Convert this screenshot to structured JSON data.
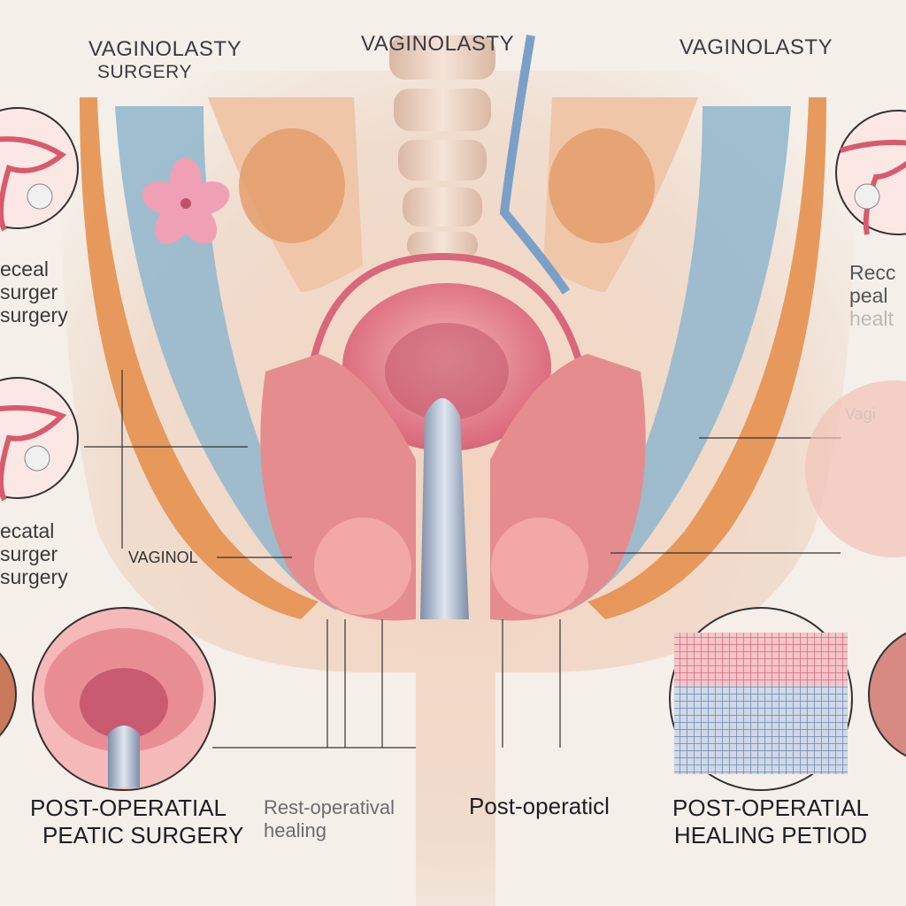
{
  "headers": {
    "left_line1": "VAGINOLASTY",
    "left_line2": "SURGERY",
    "center": "VAGINOLASTY",
    "right": "VAGINOLASTY"
  },
  "left_labels": {
    "upper": [
      "eceal",
      "surger",
      "surgery"
    ],
    "lower": [
      "ecatal",
      "surger",
      "surgery"
    ]
  },
  "right_labels": {
    "upper": [
      "Recc",
      "peal",
      "healt"
    ],
    "ghost": "Vagi"
  },
  "callout": "VAGINOL",
  "captions": {
    "left": [
      "POST-OPERATIAL",
      "PEATIC SURGERY"
    ],
    "center_left": [
      "Rest-operatival",
      "healing"
    ],
    "center": "Post-operaticl",
    "right": [
      "POST-OPERATIAL",
      "HEALING PETIOD"
    ]
  },
  "colors": {
    "background": "#f4efe8",
    "skin": "#f2d6c4",
    "orange_band": "#e08a4a",
    "blue_band": "#7ea9c4",
    "pink_tissue": "#e88a8e",
    "text": "#333338"
  }
}
